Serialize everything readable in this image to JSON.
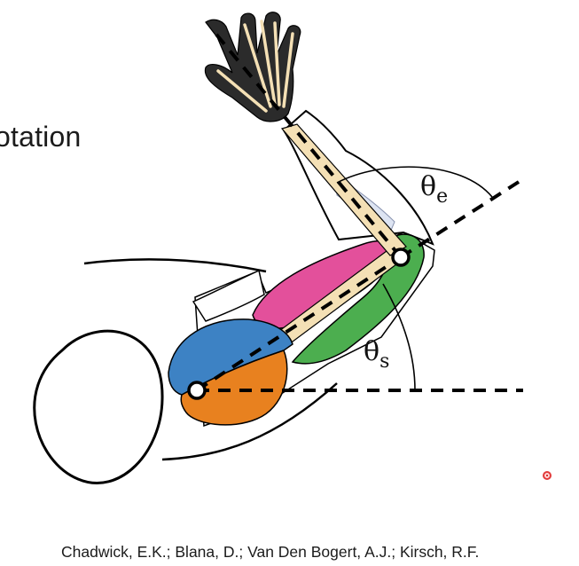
{
  "slide": {
    "title_fragment": "otation",
    "citation": "Chadwick, E.K.; Blana, D.; Van Den Bogert, A.J.; Kirsch, R.F."
  },
  "diagram": {
    "labels": {
      "elbow_angle": {
        "symbol": "θ",
        "subscript": "e"
      },
      "shoulder_angle": {
        "symbol": "θ",
        "subscript": "s"
      }
    },
    "colors": {
      "deltoid_posterior": "#3d82c4",
      "deltoid_anterior": "#e8811f",
      "biceps": "#e3509b",
      "triceps": "#4cae4f",
      "bone": "#f4e0b5",
      "forearm_muscle": "#dde4f2",
      "hand": "#2b2b2b",
      "outline": "#000000"
    }
  },
  "cursor": {
    "icon": "laser-pointer-icon"
  }
}
